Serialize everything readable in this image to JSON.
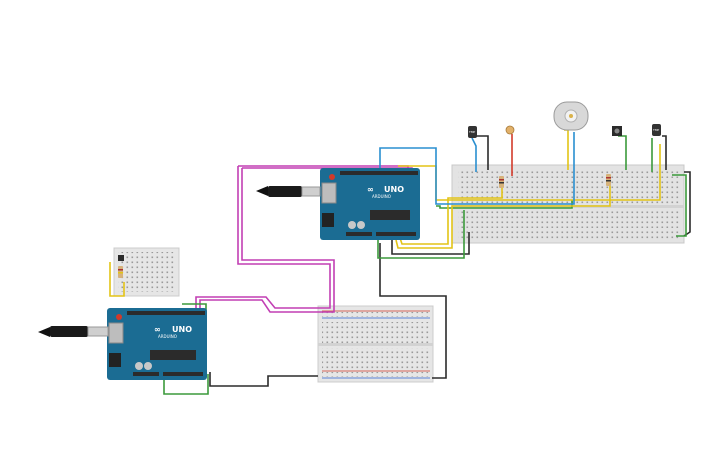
{
  "canvas": {
    "background": "#ffffff"
  },
  "boards": [
    {
      "id": "arduino-1",
      "label": "UNO",
      "sub": "ARDUINO",
      "color": "#1b6c93"
    },
    {
      "id": "arduino-2",
      "label": "UNO",
      "sub": "ARDUINO",
      "color": "#1b6c93"
    }
  ],
  "colors": {
    "wire_black": "#2b2b2b",
    "wire_green": "#3b9a3b",
    "wire_magenta": "#c23fb4",
    "wire_yellow": "#e3c417",
    "wire_blue": "#2a8fd0",
    "wire_red": "#d23a2a",
    "breadboard": "#e6e6e6",
    "board": "#1b6c93"
  },
  "components": [
    "usb-cable",
    "breadboard-large",
    "breadboard-mini",
    "breadboard-small",
    "dc-motor",
    "pushbutton",
    "temperature-sensor",
    "photoresistor",
    "resistor"
  ]
}
